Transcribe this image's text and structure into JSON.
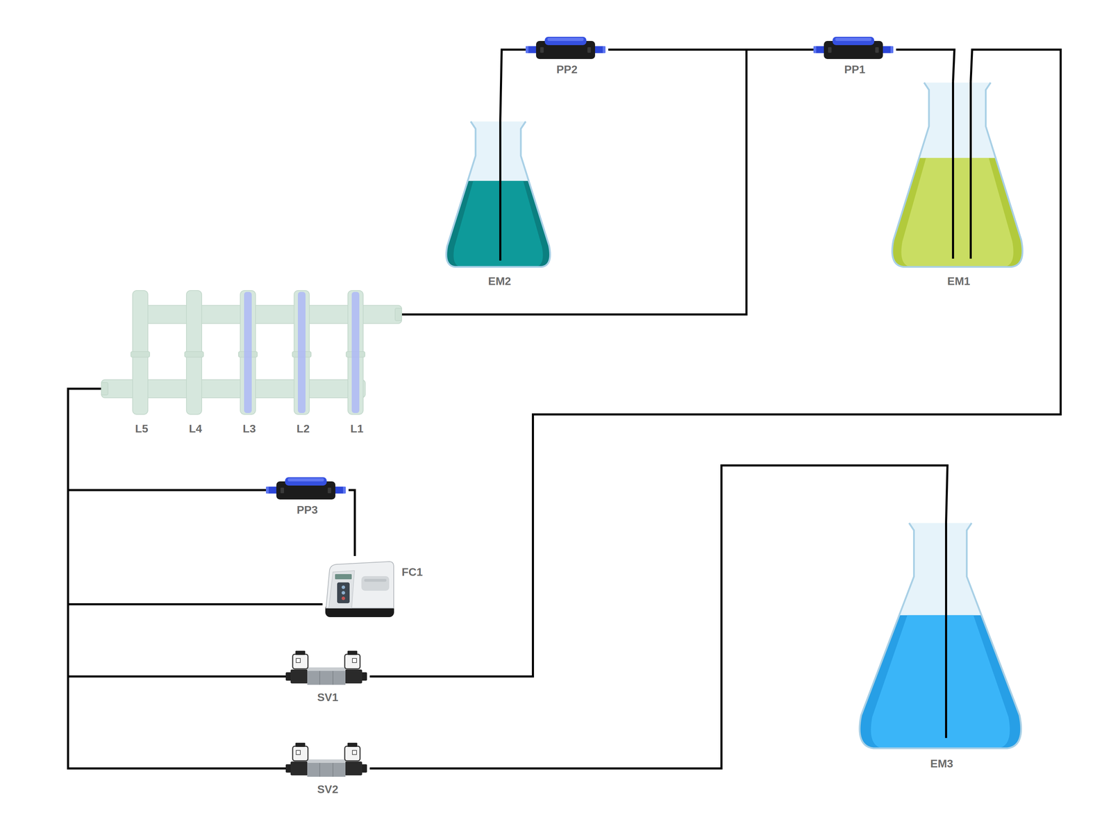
{
  "diagram": {
    "nodes": [
      {
        "text": [
          "PP2"
        ]
      },
      {
        "text": [
          "PP1"
        ]
      },
      {
        "text": [
          "EM2"
        ]
      },
      {
        "text": [
          "EM1"
        ]
      },
      {
        "text": [
          "L5"
        ]
      },
      {
        "text": [
          "L4"
        ]
      },
      {
        "text": [
          "L3"
        ]
      },
      {
        "text": [
          "L2"
        ]
      },
      {
        "text": [
          "L1"
        ]
      },
      {
        "text": [
          "PP3"
        ]
      },
      {
        "text": [
          "FC1"
        ]
      },
      {
        "text": [
          "SV1"
        ]
      },
      {
        "text": [
          "EM3"
        ]
      },
      {
        "text": [
          "SV2"
        ]
      }
    ],
    "edges": [
      {
        "from": 2,
        "to": 0,
        "arrow": "none"
      },
      {
        "from": 3,
        "to": 1,
        "arrow": "none"
      },
      {
        "from": 0,
        "to": 8,
        "arrow": "none"
      },
      {
        "from": 1,
        "to": 8,
        "arrow": "none"
      },
      {
        "from": 3,
        "to": 11,
        "arrow": "none"
      },
      {
        "from": 12,
        "to": 13,
        "arrow": "none"
      },
      {
        "from": 4,
        "to": 9,
        "arrow": "none"
      },
      {
        "from": 9,
        "to": 10,
        "arrow": "none"
      },
      {
        "from": 4,
        "to": 10,
        "arrow": "none"
      },
      {
        "from": 4,
        "to": 11,
        "arrow": "none"
      },
      {
        "from": 4,
        "to": 13,
        "arrow": "none"
      }
    ]
  }
}
